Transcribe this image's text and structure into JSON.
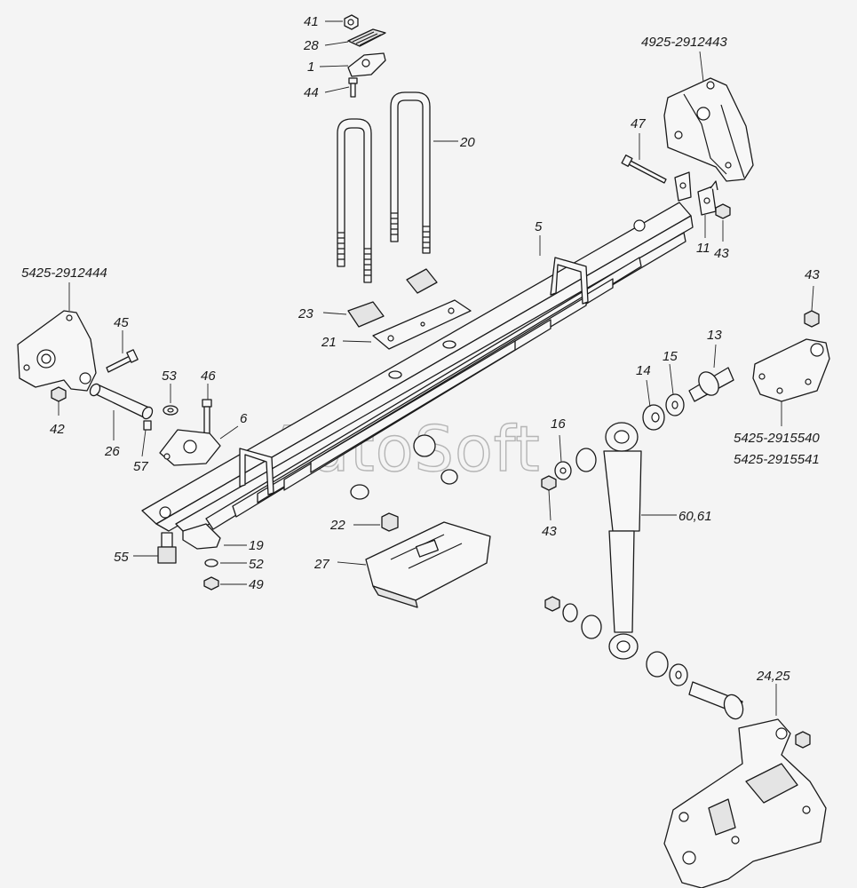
{
  "watermark": "AutoSoft",
  "callouts": {
    "c41": "41",
    "c28": "28",
    "c1": "1",
    "c44": "44",
    "c20": "20",
    "c4925": "4925-2912443",
    "c47": "47",
    "c5": "5",
    "c11": "11",
    "c43a": "43",
    "c5425a": "5425-2912444",
    "c45": "45",
    "c23": "23",
    "c21": "21",
    "c43b": "43",
    "c13": "13",
    "c14": "14",
    "c15": "15",
    "c53": "53",
    "c46": "46",
    "c6": "6",
    "c42": "42",
    "c26": "26",
    "c57": "57",
    "c16": "16",
    "c5425b": "5425-2915540",
    "c5425c": "5425-2915541",
    "c43c": "43",
    "c6061": "60,61",
    "c22": "22",
    "c27": "27",
    "c55": "55",
    "c19": "19",
    "c52": "52",
    "c49": "49",
    "c2425": "24,25"
  }
}
